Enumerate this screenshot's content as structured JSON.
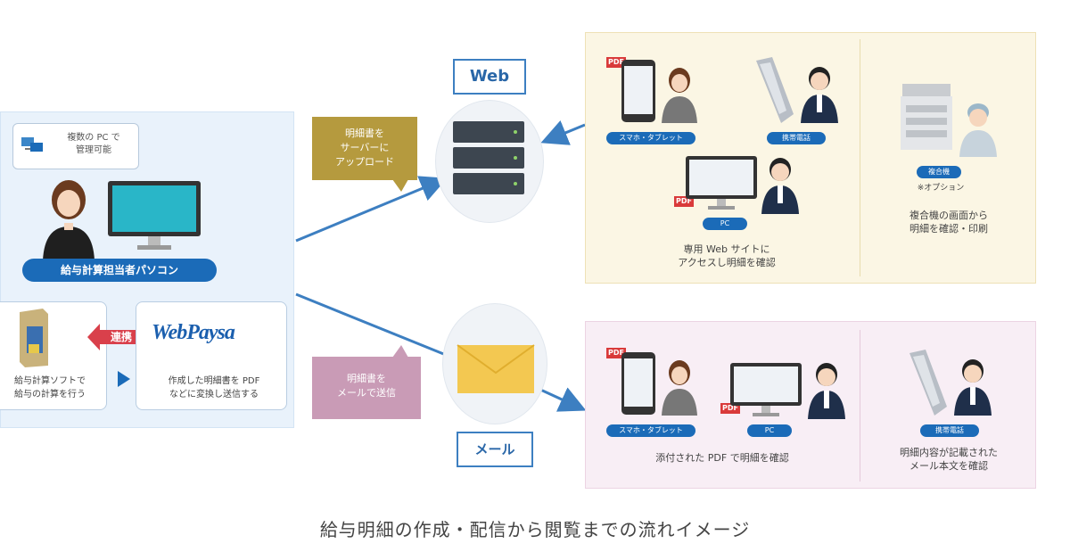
{
  "left_panel": {
    "bubble_text": "複数の PC で\n管理可能",
    "pc_label": "給与計算担当者パソコン",
    "renkei_label": "連携",
    "logo_text": "WebPaysa",
    "software_text": "給与計算ソフトで\n給与の計算を行う",
    "pdf_text": "作成した明細書を PDF\nなどに変換し送信する"
  },
  "center": {
    "web_label": "Web",
    "mail_label": "メール",
    "upload_callout": "明細書を\nサーバーに\nアップロード",
    "mail_callout": "明細書を\nメールで送信"
  },
  "web_panel": {
    "pill_phone": "スマホ・タブレット",
    "pill_feature": "携帯電話",
    "pill_pc": "PC",
    "pill_mfp": "複合機",
    "option_label": "※オプション",
    "caption_web": "専用 Web サイトに\nアクセスし明細を確認",
    "caption_mfp": "複合機の画面から\n明細を確認・印刷"
  },
  "mail_panel": {
    "pill_phone": "スマホ・タブレット",
    "pill_pc": "PC",
    "pill_feature": "携帯電話",
    "caption_pdf": "添付された PDF で明細を確認",
    "caption_body": "明細内容が記載された\nメール本文を確認"
  },
  "caption": "給与明細の作成・配信から閲覧までの流れイメージ",
  "colors": {
    "blue": "#1b6bb8",
    "gold": "#b59a3e",
    "pink": "#c99bb6",
    "web_bg": "#fbf6e4",
    "mail_bg": "#f8eef5"
  }
}
